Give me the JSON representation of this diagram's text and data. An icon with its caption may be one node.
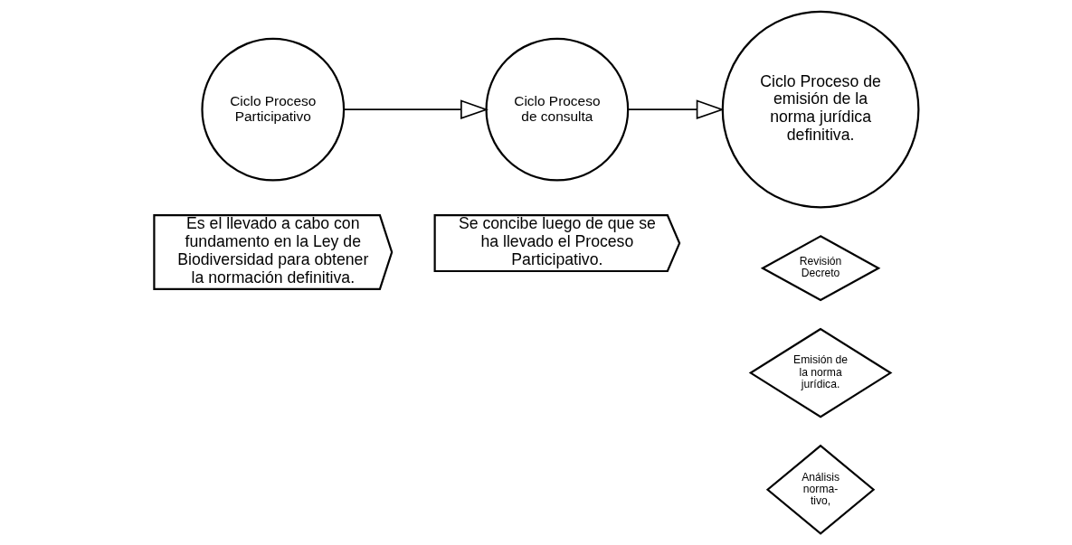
{
  "diagram": {
    "nodes": [
      {
        "text": [
          "Ciclo Proceso Participativo"
        ]
      },
      {
        "text": [
          "Ciclo Proceso de consulta"
        ]
      },
      {
        "text": [
          "Ciclo Proceso de emisión de la norma jurídica definitiva."
        ]
      },
      {
        "text": [
          "Es el llevado a cabo con fundamento en la Ley de Biodiversidad para obtener la normación definitiva."
        ]
      },
      {
        "text": [
          "Se concibe luego de que se ha llevado el Proceso Participativo."
        ]
      },
      {
        "text": [
          "Revisión Decreto"
        ]
      },
      {
        "text": [
          "Emisión de la norma jurídica."
        ]
      },
      {
        "text": [
          "Análisis norma- tivo,"
        ]
      }
    ],
    "edges": [
      {
        "from": 0,
        "to": 1,
        "arrow": "to"
      },
      {
        "from": 1,
        "to": 2,
        "arrow": "to"
      }
    ]
  }
}
